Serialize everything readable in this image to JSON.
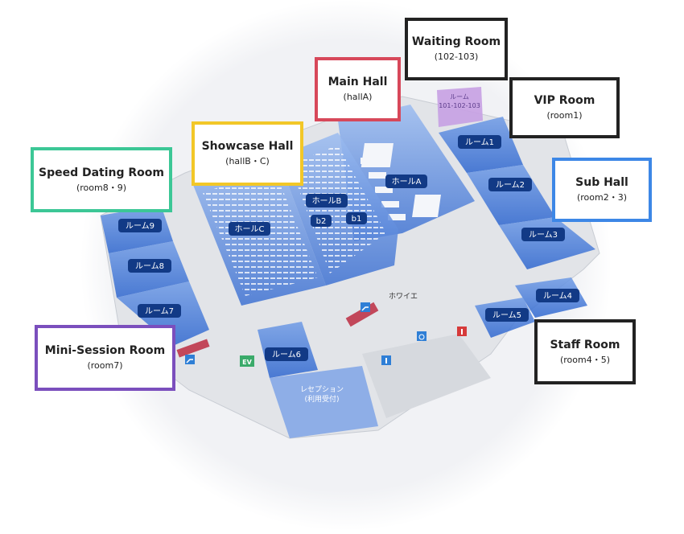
{
  "callouts": {
    "waiting_room": {
      "title": "Waiting Room",
      "sub": "(102-103)",
      "color": "#222222"
    },
    "main_hall": {
      "title": "Main Hall",
      "sub": "(hallA)",
      "color": "#d7485a"
    },
    "vip_room": {
      "title": "VIP Room",
      "sub": "(room1)",
      "color": "#222222"
    },
    "showcase_hall": {
      "title": "Showcase Hall",
      "sub": "(hallB・C)",
      "color": "#f2c728"
    },
    "speed_dating": {
      "title": "Speed Dating Room",
      "sub": "(room8・9)",
      "color": "#3cc796"
    },
    "sub_hall": {
      "title": "Sub Hall",
      "sub": "(room2・3)",
      "color": "#3d87e6"
    },
    "mini_session": {
      "title": "Mini-Session Room",
      "sub": "(room7)",
      "color": "#7b4fbd"
    },
    "staff_room": {
      "title": "Staff Room",
      "sub": "(room4・5)",
      "color": "#222222"
    }
  },
  "map_labels": {
    "room1": "ルーム1",
    "room2": "ルーム2",
    "room3": "ルーム3",
    "room4": "ルーム4",
    "room5": "ルーム5",
    "room6": "ルーム6",
    "room7": "ルーム7",
    "room8": "ルーム8",
    "room9": "ルーム9",
    "hallA": "ホールA",
    "hallB": "ホールB",
    "hallC": "ホールC",
    "b1": "b1",
    "b2": "b2",
    "foyer": "ホワイエ",
    "room_top": "ルーム",
    "room_top_nums": "101-102-103",
    "reception": "レセプション",
    "reception_sub": "(利用受付)",
    "ev": "EV"
  },
  "colors": {
    "room_blue": "#1e56c8",
    "room_light": "#8fb6ee",
    "floor": "#e6e8ec",
    "purple_room": "#c39be0"
  }
}
